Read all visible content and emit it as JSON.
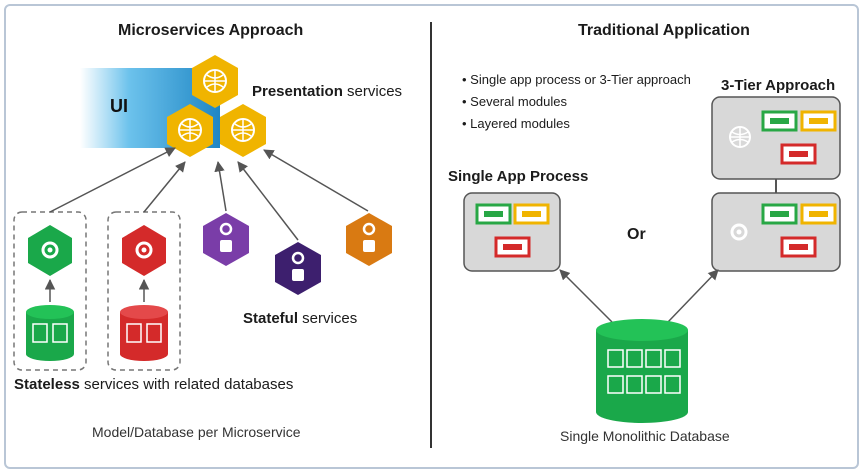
{
  "left": {
    "title": "Microservices Approach",
    "ui_label": "UI",
    "presentation_bold": "Presentation",
    "presentation_rest": " services",
    "stateful_bold": "Stateful",
    "stateful_rest": " services",
    "stateless_bold": "Stateless",
    "stateless_rest": " services with related databases",
    "caption": "Model/Database per Microservice"
  },
  "right": {
    "title": "Traditional Application",
    "bullets": [
      "Single app process or 3-Tier approach",
      "Several modules",
      "Layered modules"
    ],
    "three_tier_title": "3-Tier Approach",
    "single_app_title": "Single App Process",
    "or_label": "Or",
    "caption": "Single Monolithic Database"
  },
  "colors": {
    "presentation_hex": "#f0b400",
    "stateless_green": "#1aa84a",
    "stateless_red": "#d42a2a",
    "stateful_purple": "#7a3da8",
    "stateful_indigo": "#3d1f6e",
    "stateful_orange": "#d97a12",
    "ui_blue": "#2f93cf",
    "db_green": "#1aa84a",
    "module_green": "#28a745",
    "module_yellow": "#f0b400",
    "module_red": "#d42a2a"
  },
  "icons": [
    "globe-icon",
    "gear-icon",
    "database-icon",
    "arrow-icon"
  ]
}
